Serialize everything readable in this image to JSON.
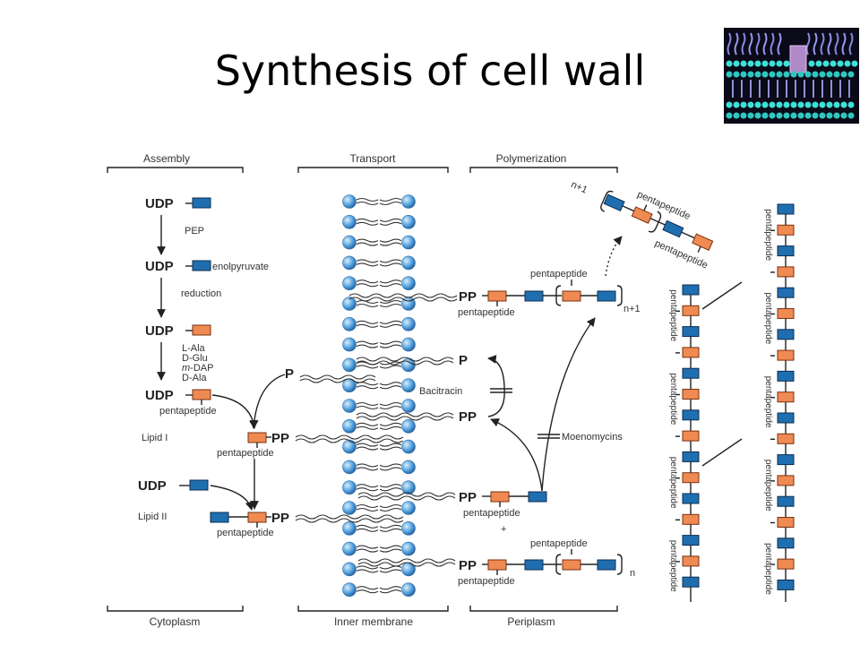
{
  "slide": {
    "title": "Synthesis of cell wall"
  },
  "diagram": {
    "headers": {
      "assembly": "Assembly",
      "transport": "Transport",
      "polymerization": "Polymerization",
      "cytoplasm": "Cytoplasm",
      "inner_membrane": "Inner membrane",
      "periplasm": "Periplasm"
    },
    "assembly": {
      "udp": "UDP",
      "pep": "PEP",
      "enolpyruvate": "enolpyruvate",
      "reduction": "reduction",
      "aa_1": "L-Ala",
      "aa_2": "D-Glu",
      "aa_3_italic": "m",
      "aa_3_rest": "-DAP",
      "aa_4": "D-Ala",
      "pentapeptide": "pentapeptide",
      "lipid_i": "Lipid I",
      "lipid_ii": "Lipid II",
      "pp": "PP",
      "p": "P"
    },
    "transport": {
      "bacitracin": "Bacitracin",
      "moenomycins": "Moenomycins",
      "p": "P",
      "pp": "PP"
    },
    "polymerization": {
      "pp": "PP",
      "pentapeptide": "pentapeptide",
      "n_plus_1": "n+1",
      "n": "n",
      "plus": "+"
    },
    "colors": {
      "sugar_blue": "#1f6fb0",
      "sugar_orange": "#ef8a52",
      "lipid_head": "#5aa6e0"
    }
  }
}
